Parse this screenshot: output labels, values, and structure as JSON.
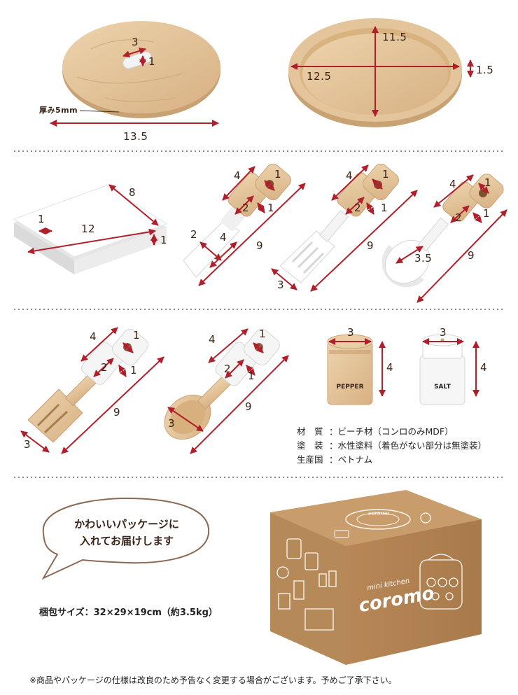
{
  "dimensions": {
    "lid": {
      "width": "3",
      "height": "1",
      "thickness_label": "厚み5mm",
      "diameter": "13.5"
    },
    "plate": {
      "depth": "11.5",
      "width": "12.5",
      "height": "1.5"
    },
    "cutting_board": {
      "depth": "8",
      "width": "12",
      "hole": "1",
      "thickness": "1"
    },
    "knife": {
      "top": "4",
      "hole": "1",
      "grip": "2",
      "grip_h": "1",
      "blade_w": "2",
      "blade_len": "4",
      "length": "9"
    },
    "turner": {
      "top": "4",
      "hole": "1",
      "grip": "2",
      "grip_h": "1",
      "length": "9",
      "width": "3"
    },
    "ladle": {
      "top": "4",
      "hole": "1",
      "grip": "2",
      "grip_h": "1",
      "bowl": "3.5",
      "length": "9"
    },
    "fork": {
      "top": "4",
      "hole": "1",
      "grip": "2",
      "grip_h": "1",
      "length": "9",
      "width": "3"
    },
    "spoon": {
      "top": "4",
      "hole": "1",
      "grip": "2",
      "grip_h": "1",
      "length": "9",
      "width": "3"
    },
    "pepper": {
      "label": "PEPPER",
      "width": "3",
      "height": "4"
    },
    "salt": {
      "label": "SALT",
      "width": "3",
      "height": "4"
    }
  },
  "specs": [
    {
      "key": "材　質",
      "value": "：ビーチ材（コンロのみMDF）"
    },
    {
      "key": "塗　装",
      "value": "：水性塗料（着色がない部分は無塗装）"
    },
    {
      "key": "生産国",
      "value": "：ベトナム"
    }
  ],
  "bubble": {
    "line1": "かわいいパッケージに",
    "line2": "入れてお届けします"
  },
  "box": {
    "small_text": "mini kitchen",
    "brand": "coromo",
    "lid_brand": "coromo"
  },
  "package_size": "梱包サイズ：32×29×19cm（約3.5kg）",
  "note": "※商品やパッケージの仕様は改良のため予告なく変更する場合がございます。予めご了承下さい。",
  "colors": {
    "wood": "#e3c49b",
    "wood_dark": "#c9a274",
    "arrow": "#b0202a",
    "box": "#c79866",
    "white_part": "#f4f4f4"
  }
}
